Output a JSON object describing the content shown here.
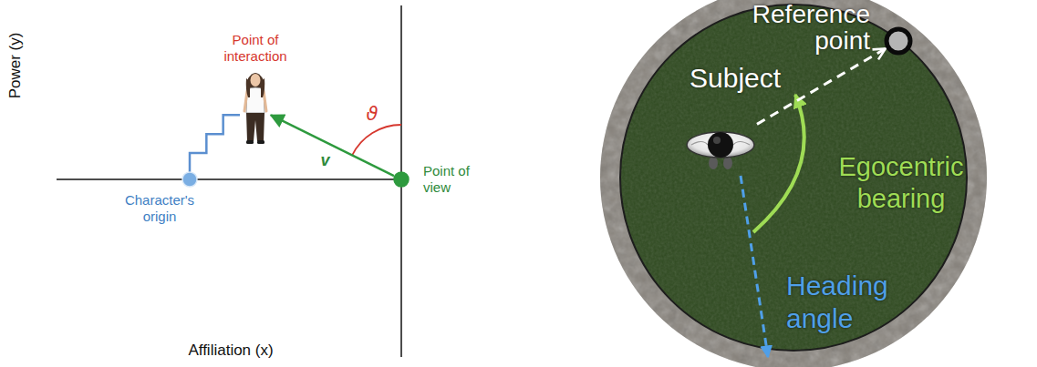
{
  "diagram": {
    "nodes": [
      {
        "text": [
          "Point of interaction"
        ]
      },
      {
        "text": [
          "Character's origin"
        ]
      },
      {
        "text": [
          "Point of view"
        ]
      },
      {
        "text": [
          "Subject"
        ]
      },
      {
        "text": [
          "Reference point"
        ]
      }
    ],
    "edges": [
      {
        "from": 2,
        "to": 0,
        "arrow": "to",
        "label": "v"
      },
      {
        "from": 1,
        "to": 0,
        "arrow": "none"
      },
      {
        "from": 3,
        "to": 4,
        "arrow": "to"
      }
    ],
    "labels": [
      "Power (y)",
      "Affiliation (x)",
      "ϑ",
      "Egocentric bearing",
      "Heading angle"
    ]
  }
}
